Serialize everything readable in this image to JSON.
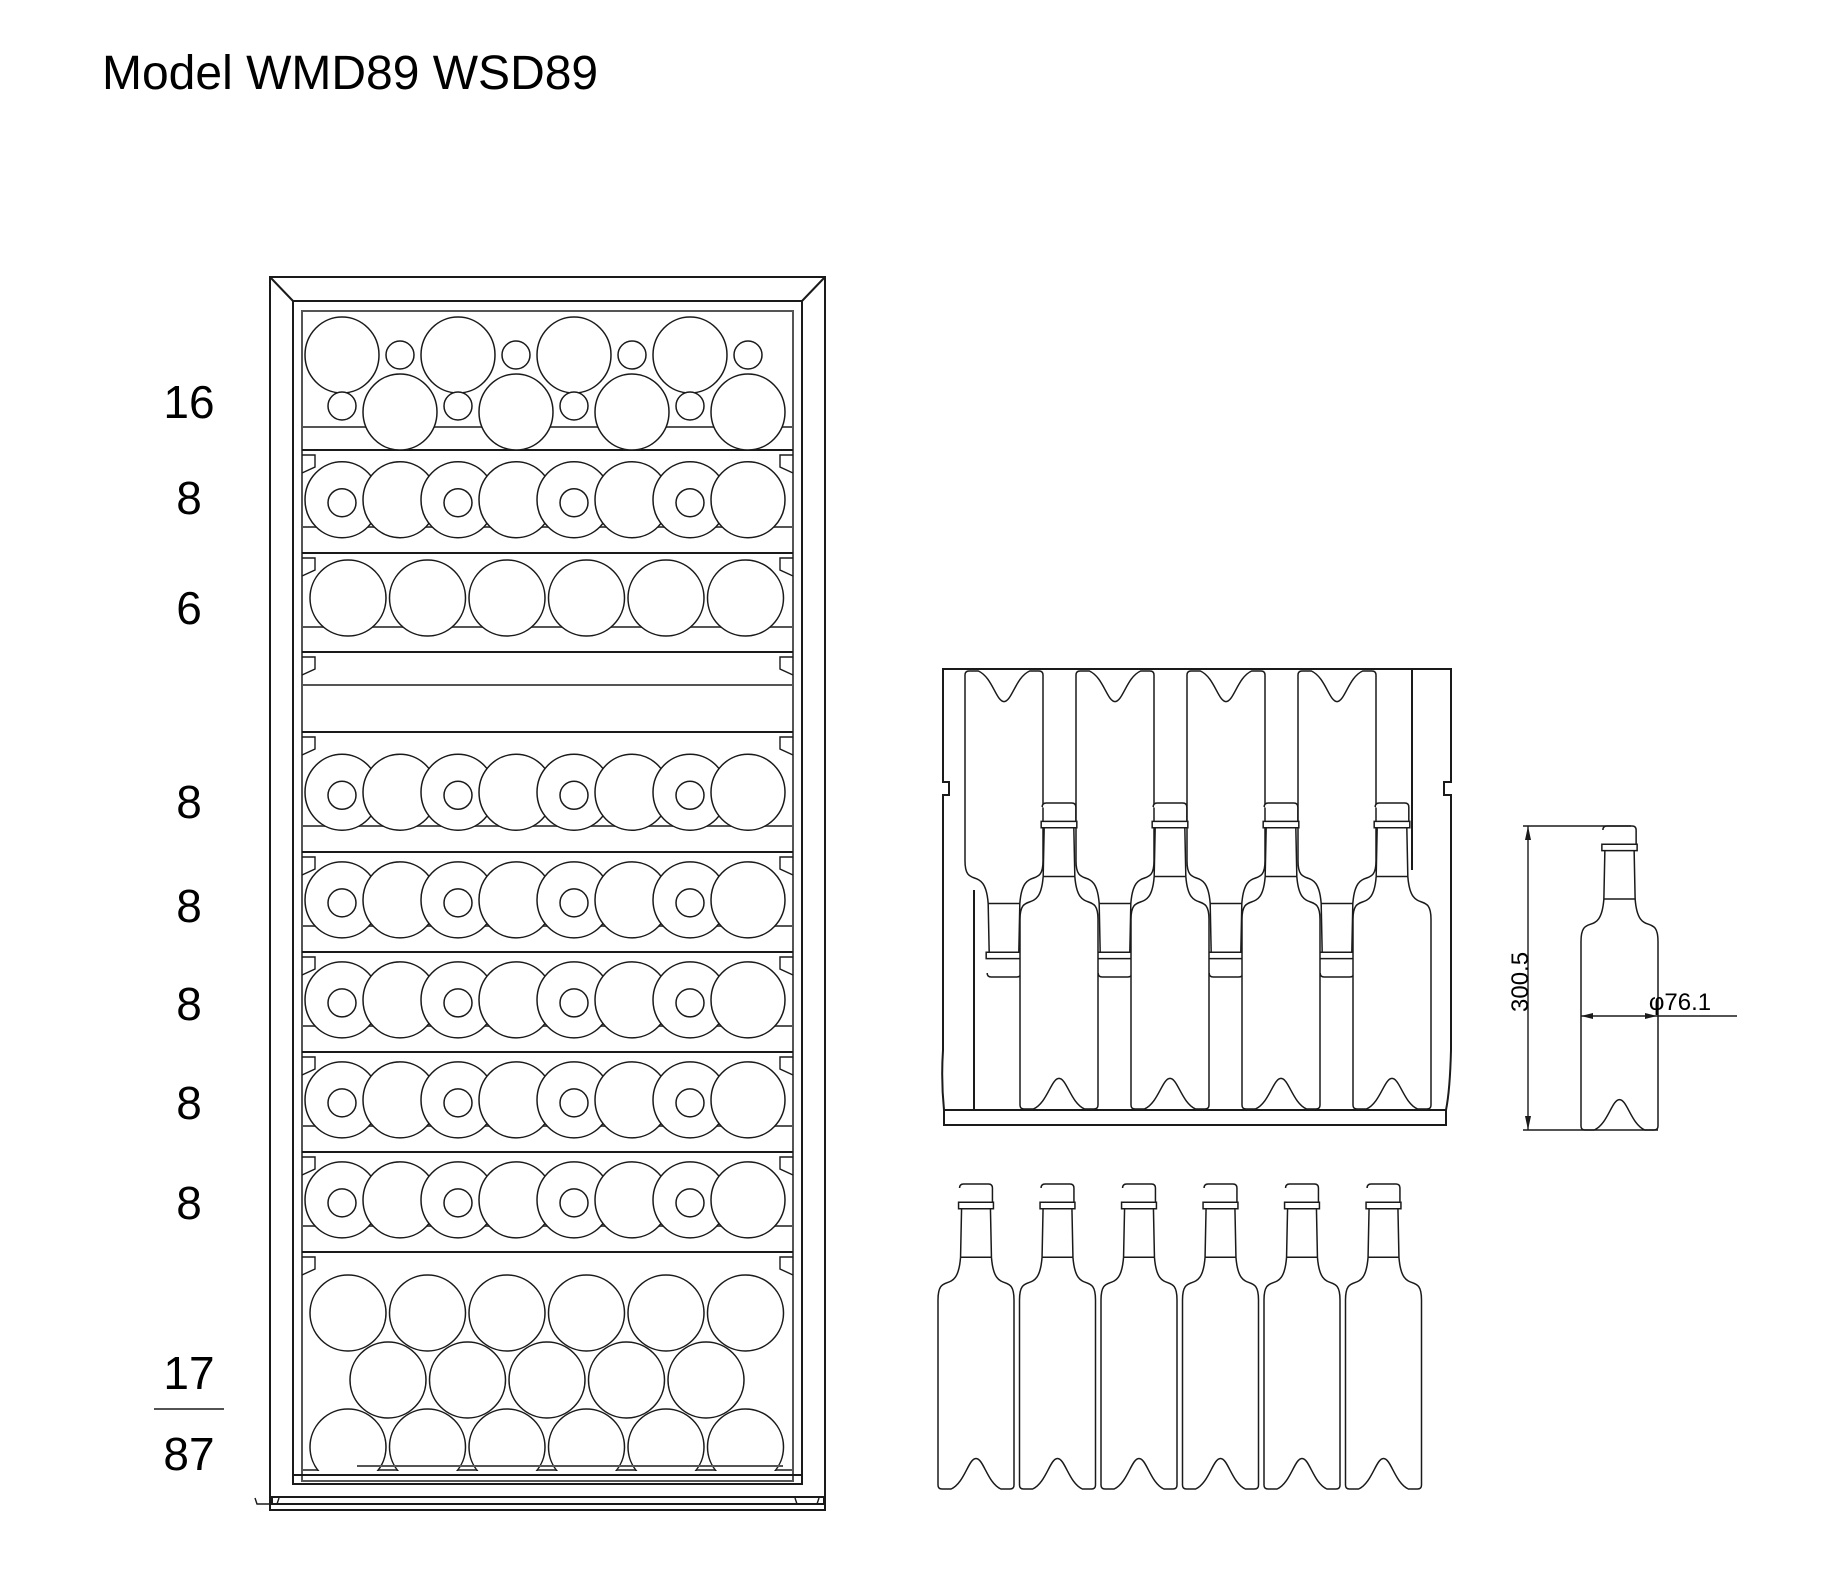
{
  "title": "Model WMD89 WSD89",
  "cabinet": {
    "shelves": [
      {
        "label": "16",
        "layout": "mixed-double",
        "bottles": 16
      },
      {
        "label": "8",
        "layout": "mixed-single",
        "bottles": 8
      },
      {
        "label": "6",
        "layout": "single-large",
        "bottles": 6
      },
      {
        "label": "",
        "layout": "empty",
        "bottles": 0
      },
      {
        "label": "8",
        "layout": "mixed-single",
        "bottles": 8
      },
      {
        "label": "8",
        "layout": "mixed-single",
        "bottles": 8
      },
      {
        "label": "8",
        "layout": "mixed-single",
        "bottles": 8
      },
      {
        "label": "8",
        "layout": "mixed-single",
        "bottles": 8
      },
      {
        "label": "8",
        "layout": "mixed-single",
        "bottles": 8
      },
      {
        "label": "17",
        "layout": "stacked-6-5-6",
        "bottles": 17
      }
    ],
    "total_label": "87"
  },
  "side_view": {
    "upright_bottles": 4,
    "inverted_bottles": 4
  },
  "bottle_row": {
    "count": 6
  },
  "bottle_spec": {
    "height_label": "300.5",
    "diameter_label": "φ76.1"
  }
}
